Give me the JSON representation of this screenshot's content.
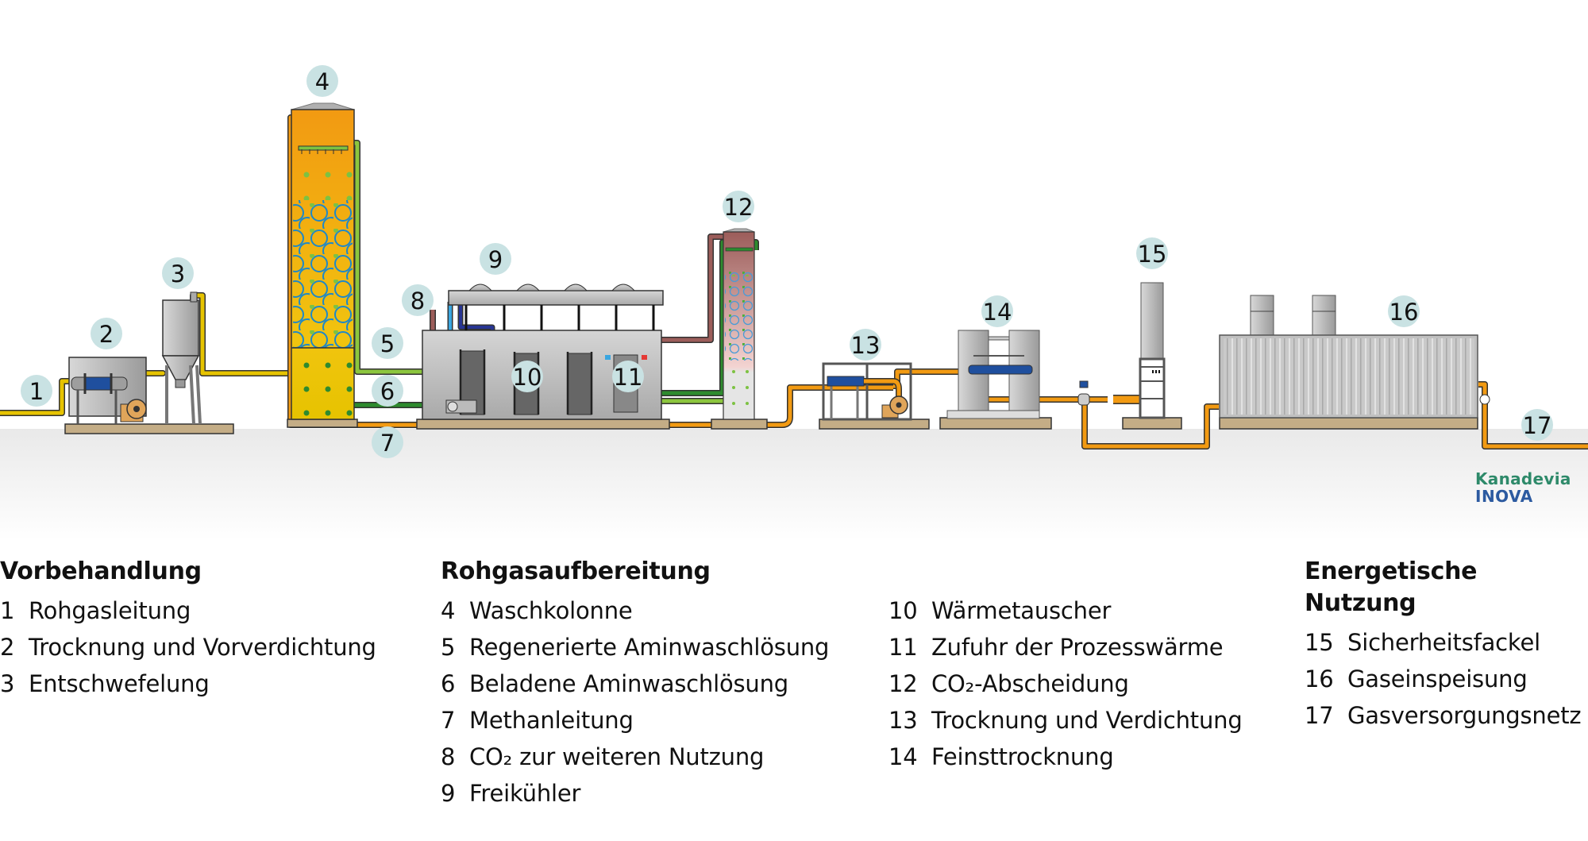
{
  "title": "Biogasaufbereitung mittels Aminwäsche",
  "colors": {
    "badge": "#c9e2e3",
    "raw_gas_pipe": "#e6c300",
    "methane_pipe": "#f29a12",
    "regenerated_amine": "#8cc63e",
    "loaded_amine": "#2e8b2e",
    "co2_pipe": "#9c5d5a",
    "cold_water": "#3aa6e0",
    "cool_return": "#283593",
    "heat_exchanger_blue": "#1f4f9e",
    "foundation": "#c4ad86",
    "steel_grey": "#b8b8b8"
  },
  "badges": [
    {
      "id": "1",
      "label": "1"
    },
    {
      "id": "2",
      "label": "2"
    },
    {
      "id": "3",
      "label": "3"
    },
    {
      "id": "4",
      "label": "4"
    },
    {
      "id": "5",
      "label": "5"
    },
    {
      "id": "6",
      "label": "6"
    },
    {
      "id": "7",
      "label": "7"
    },
    {
      "id": "8",
      "label": "8"
    },
    {
      "id": "9",
      "label": "9"
    },
    {
      "id": "10",
      "label": "10"
    },
    {
      "id": "11",
      "label": "11"
    },
    {
      "id": "12",
      "label": "12"
    },
    {
      "id": "13",
      "label": "13"
    },
    {
      "id": "14",
      "label": "14"
    },
    {
      "id": "15",
      "label": "15"
    },
    {
      "id": "16",
      "label": "16"
    },
    {
      "id": "17",
      "label": "17"
    }
  ],
  "legend": {
    "vorbehandlung": {
      "heading": "Vorbehandlung",
      "items": [
        {
          "num": "1",
          "label": "Rohgasleitung"
        },
        {
          "num": "2",
          "label": "Trocknung und Vorverdichtung"
        },
        {
          "num": "3",
          "label": "Entschwefelung"
        }
      ]
    },
    "rohgasaufbereitung": {
      "heading": "Rohgasaufbereitung",
      "items": [
        {
          "num": "4",
          "label": "Waschkolonne"
        },
        {
          "num": "5",
          "label": "Regenerierte Aminwaschlösung"
        },
        {
          "num": "6",
          "label": "Beladene Aminwaschlösung"
        },
        {
          "num": "7",
          "label": "Methanleitung"
        },
        {
          "num": "8",
          "label": "CO₂ zur weiteren Nutzung"
        },
        {
          "num": "9",
          "label": "Freikühler"
        }
      ]
    },
    "rohgasaufbereitung_2": {
      "items": [
        {
          "num": "10",
          "label": "Wärmetauscher"
        },
        {
          "num": "11",
          "label": "Zufuhr der Prozesswärme"
        },
        {
          "num": "12",
          "label": "CO₂-Abscheidung"
        },
        {
          "num": "13",
          "label": "Trocknung und Verdichtung"
        },
        {
          "num": "14",
          "label": "Feinsttrocknung"
        }
      ]
    },
    "energetische_nutzung": {
      "heading": "Energetische Nutzung",
      "items": [
        {
          "num": "15",
          "label": "Sicherheitsfackel"
        },
        {
          "num": "16",
          "label": "Gaseinspeisung"
        },
        {
          "num": "17",
          "label": "Gasversorgungsnetz"
        }
      ]
    }
  },
  "logo": {
    "line1": "Kanadevia",
    "line2": "INOVA"
  }
}
